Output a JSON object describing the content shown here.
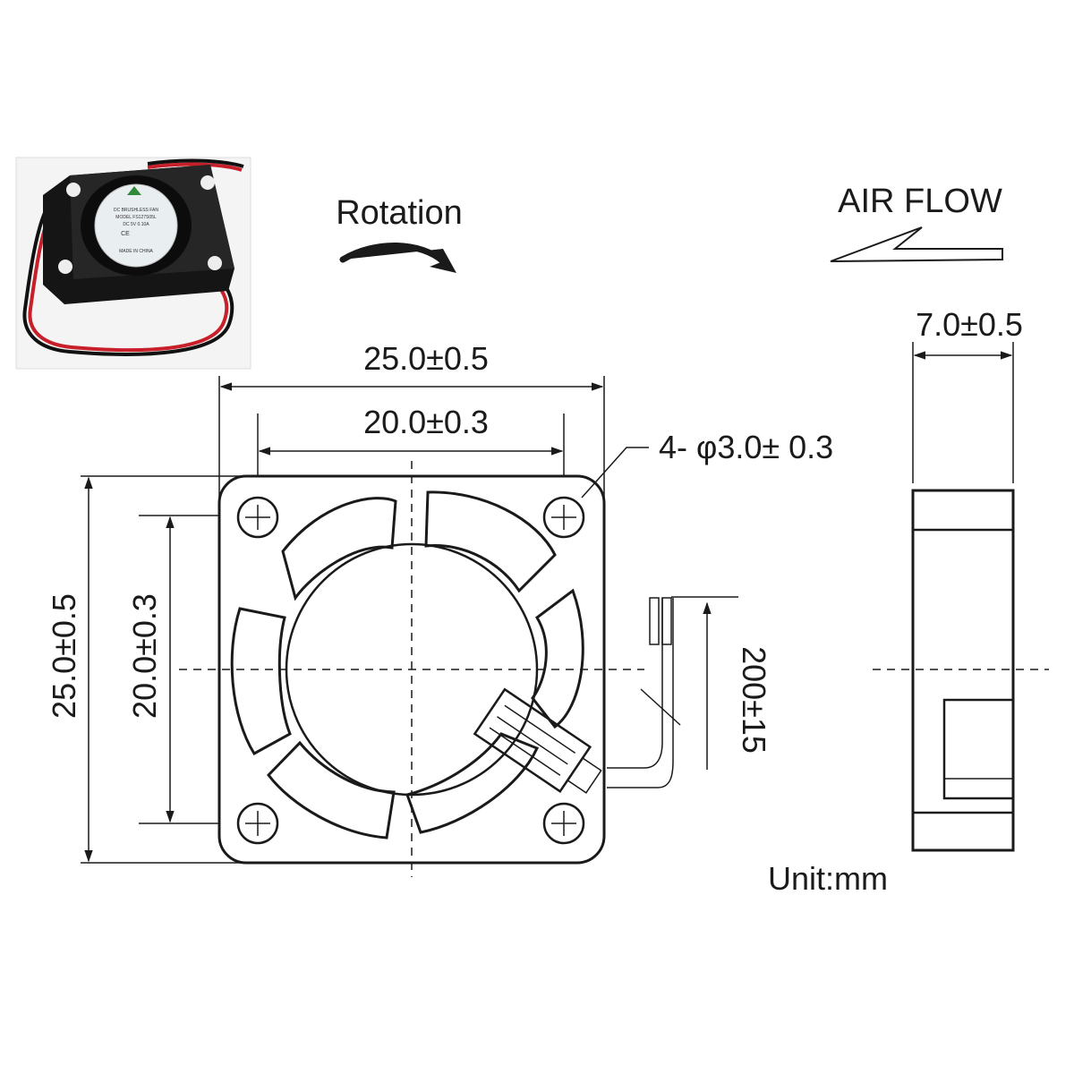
{
  "labels": {
    "rotation": "Rotation",
    "air_flow": "AIR FLOW",
    "unit": "Unit:mm",
    "width_outer": "25.0±0.5",
    "width_holes": "20.0±0.3",
    "height_outer": "25.0±0.5",
    "height_holes": "20.0±0.3",
    "thickness": "7.0±0.5",
    "holes": "4- φ3.0± 0.3",
    "cable_length": "200±15"
  },
  "photo": {
    "sticker_lines": [
      "DC BRUSHLESS FAN",
      "MODEL FS127S05L",
      "DC 5V 0.10A",
      "CE",
      "MADE IN CHINA"
    ]
  },
  "colors": {
    "line": "#1a1a1a",
    "fan_body": "#151515",
    "sticker": "#e9eef0",
    "wire_red": "#c8202a",
    "wire_black": "#111111"
  }
}
